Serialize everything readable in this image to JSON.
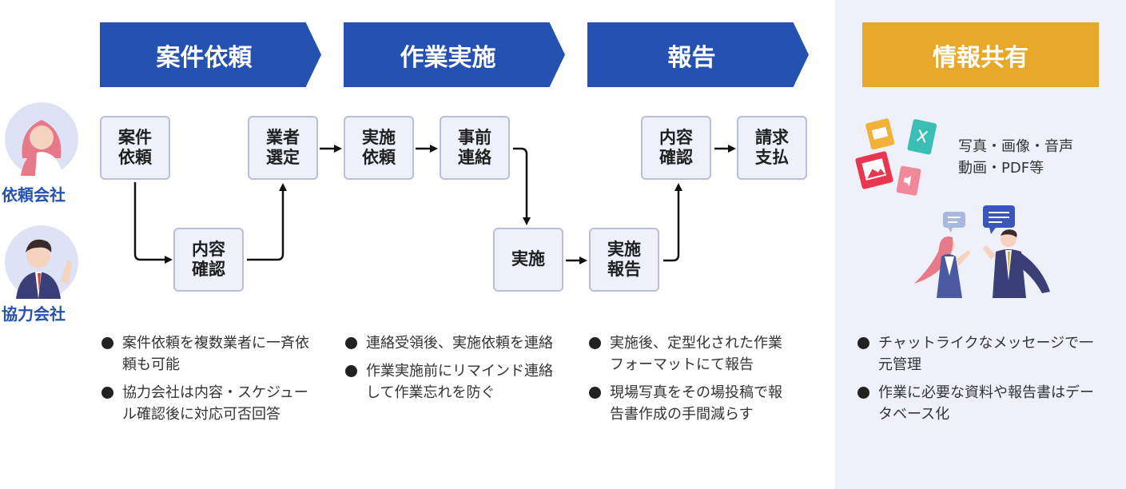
{
  "stages": {
    "request": "案件依頼",
    "execution": "作業実施",
    "report": "報告",
    "info_share": "情報共有"
  },
  "roles": {
    "client": "依頼会社",
    "partner": "協力会社"
  },
  "flow_boxes": {
    "case_request": "案件\n依頼",
    "content_confirm_partner": "内容\n確認",
    "vendor_select": "業者\n選定",
    "execute_request": "実施\n依頼",
    "advance_contact": "事前\n連絡",
    "execute": "実施",
    "execute_report": "実施\n報告",
    "content_confirm_client": "内容\n確認",
    "billing": "請求\n支払"
  },
  "notes": {
    "request": [
      "案件依頼を複数業者に一斉依頼も可能",
      "協力会社は内容・スケジュール確認後に対応可否回答"
    ],
    "execution": [
      "連絡受領後、実施依頼を連絡",
      "作業実施前にリマインド連絡して作業忘れを防ぐ"
    ],
    "report": [
      "実施後、定型化された作業フォーマットにて報告",
      "現場写真をその場投稿で報告書作成の手間減らす"
    ],
    "info_share": [
      "チャットライクなメッセージで一元管理",
      "作業に必要な資料や報告書はデータベース化"
    ]
  },
  "media_types": "写真・画像・音声\n動画・PDF等",
  "icons": {
    "client_avatar": "woman-avatar-icon",
    "partner_avatar": "man-avatar-icon",
    "media": "media-files-icon",
    "chat": "chat-people-icon"
  },
  "colors": {
    "stage_blue": "#2552b0",
    "stage_gold": "#e8a92a",
    "box_fill": "#eef0fa",
    "box_border": "#b9bfd9",
    "panel_bg": "#eef1fa"
  }
}
